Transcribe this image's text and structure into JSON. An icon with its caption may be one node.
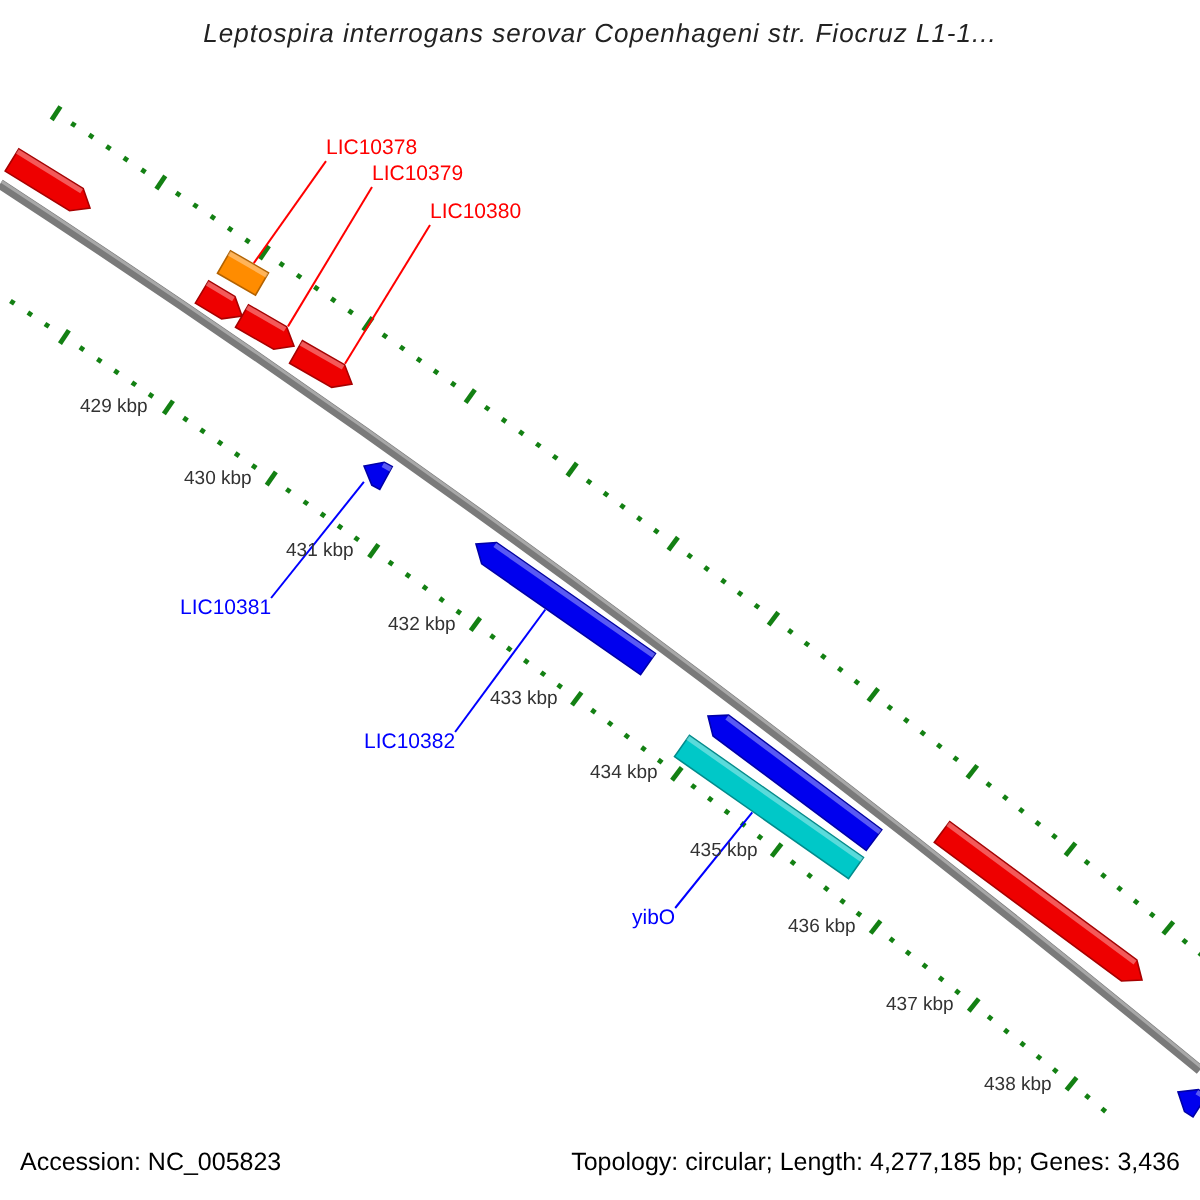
{
  "diagram": {
    "title": "Leptospira interrogans serovar Copenhageni str. Fiocruz L1-1...",
    "nodes": [
      {
        "text": [
          "LIC10378"
        ]
      },
      {
        "text": [
          "LIC10379"
        ]
      },
      {
        "text": [
          "LIC10380"
        ]
      },
      {
        "text": [
          "LIC10381"
        ]
      },
      {
        "text": [
          "LIC10382"
        ]
      },
      {
        "text": [
          "yibO"
        ]
      },
      {
        "text": [],
        "shape": "arrow"
      },
      {
        "text": [],
        "shape": "arrow"
      },
      {
        "text": [],
        "shape": "box"
      },
      {
        "text": [],
        "shape": "arrow"
      },
      {
        "text": [],
        "shape": "arrow"
      },
      {
        "text": [],
        "shape": "arrow"
      },
      {
        "text": [],
        "shape": "arrow"
      },
      {
        "text": [],
        "shape": "box"
      },
      {
        "text": [],
        "shape": "arrow"
      },
      {
        "text": [],
        "shape": "arrow"
      },
      {
        "text": [],
        "shape": "arrow"
      }
    ],
    "edges": [
      {
        "from": 0,
        "to": 8,
        "arrow": "none",
        "color": "#ff0000"
      },
      {
        "from": 1,
        "to": 9,
        "arrow": "none",
        "color": "#ff0000"
      },
      {
        "from": 2,
        "to": 10,
        "arrow": "none",
        "color": "#ff0000"
      },
      {
        "from": 3,
        "to": 11,
        "arrow": "none",
        "color": "#0000ff"
      },
      {
        "from": 4,
        "to": 12,
        "arrow": "none",
        "color": "#0000ff"
      },
      {
        "from": 5,
        "to": 13,
        "arrow": "none",
        "color": "#0000ff"
      }
    ],
    "labels": [
      "429 kbp",
      "430 kbp",
      "431 kbp",
      "432 kbp",
      "433 kbp",
      "434 kbp",
      "435 kbp",
      "436 kbp",
      "437 kbp",
      "438 kbp",
      "Accession: NC_005823",
      "Topology: circular; Length: 4,277,185 bp; Genes: 3,436"
    ]
  }
}
